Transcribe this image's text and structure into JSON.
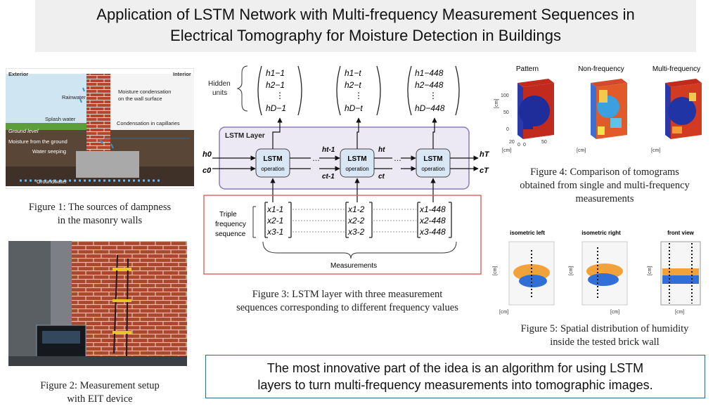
{
  "title": {
    "line1": "Application of LSTM Network with Multi-frequency Measurement Sequences in",
    "line2": "Electrical Tomography for Moisture Detection in Buildings"
  },
  "fig1": {
    "exterior": "Exterior",
    "interior": "Interior",
    "rainwater": "Rainwater",
    "splash": "Splash water",
    "ground_level": "Ground level",
    "moisture_ground": "Moisture from the ground",
    "water_seeping": "Water seeping",
    "groundwater": "Groundwater",
    "condensation_wall_1": "Moisture condensation",
    "condensation_wall_2": "on the wall surface",
    "condensation_capillaries": "Condensation in capillaries",
    "caption_1": "Figure 1: The sources of dampness",
    "caption_2": "in the masonry walls"
  },
  "fig2": {
    "caption_1": "Figure 2: Measurement setup",
    "caption_2": "with EIT device"
  },
  "fig3": {
    "hidden_1": "Hidden",
    "hidden_2": "units",
    "h_first": [
      "h1−1",
      "h2−1",
      "⋮",
      "hD−1"
    ],
    "h_mid": [
      "h1−t",
      "h2−t",
      "⋮",
      "hD−t"
    ],
    "h_last": [
      "h1−448",
      "h2−448",
      "⋮",
      "hD−448"
    ],
    "layer_label": "LSTM Layer",
    "cell_title": "LSTM",
    "cell_sub": "operation",
    "h0": "h0",
    "c0": "c0",
    "ht1": "ht-1",
    "ct1": "ct-1",
    "ht": "ht",
    "ct": "ct",
    "hT": "hT",
    "cT": "cT",
    "dots": "…",
    "triple_1": "Triple",
    "triple_2": "frequency",
    "triple_3": "sequence",
    "x_first": [
      "x1-1",
      "x2-1",
      "x3-1"
    ],
    "x_mid": [
      "x1-2",
      "x2-2",
      "x3-2"
    ],
    "x_last": [
      "x1-448",
      "x2-448",
      "x3-448"
    ],
    "measurements": "Measurements",
    "caption_1": "Figure 3: LSTM layer with three measurement",
    "caption_2": "sequences corresponding to different frequency values"
  },
  "fig4": {
    "labels": [
      "Pattern",
      "Non-frequency",
      "Multi-frequency"
    ],
    "axis_unit": "[cm]",
    "ticks": [
      "100",
      "50",
      "0",
      "20",
      "0",
      "0",
      "50"
    ],
    "caption_1": "Figure 4: Comparison of tomograms",
    "caption_2": "obtained from single and multi-frequency",
    "caption_3": "measurements"
  },
  "fig5": {
    "labels": [
      "isometric left",
      "isometric right",
      "front view"
    ],
    "axis_unit": "[cm]",
    "caption_1": "Figure 5: Spatial distribution of humidity",
    "caption_2": "inside the tested brick wall"
  },
  "bottom": {
    "line1": "The most innovative part of the idea is an algorithm for using LSTM",
    "line2": "layers to turn multi-frequency measurements into tomographic images."
  },
  "colors": {
    "accent": "#2e6a87",
    "lstm_layer_fill": "#ece8f4",
    "lstm_layer_stroke": "#8a7bb8",
    "lstm_cell_fill": "#d9e6f4",
    "measure_box_stroke": "#d9534f"
  }
}
